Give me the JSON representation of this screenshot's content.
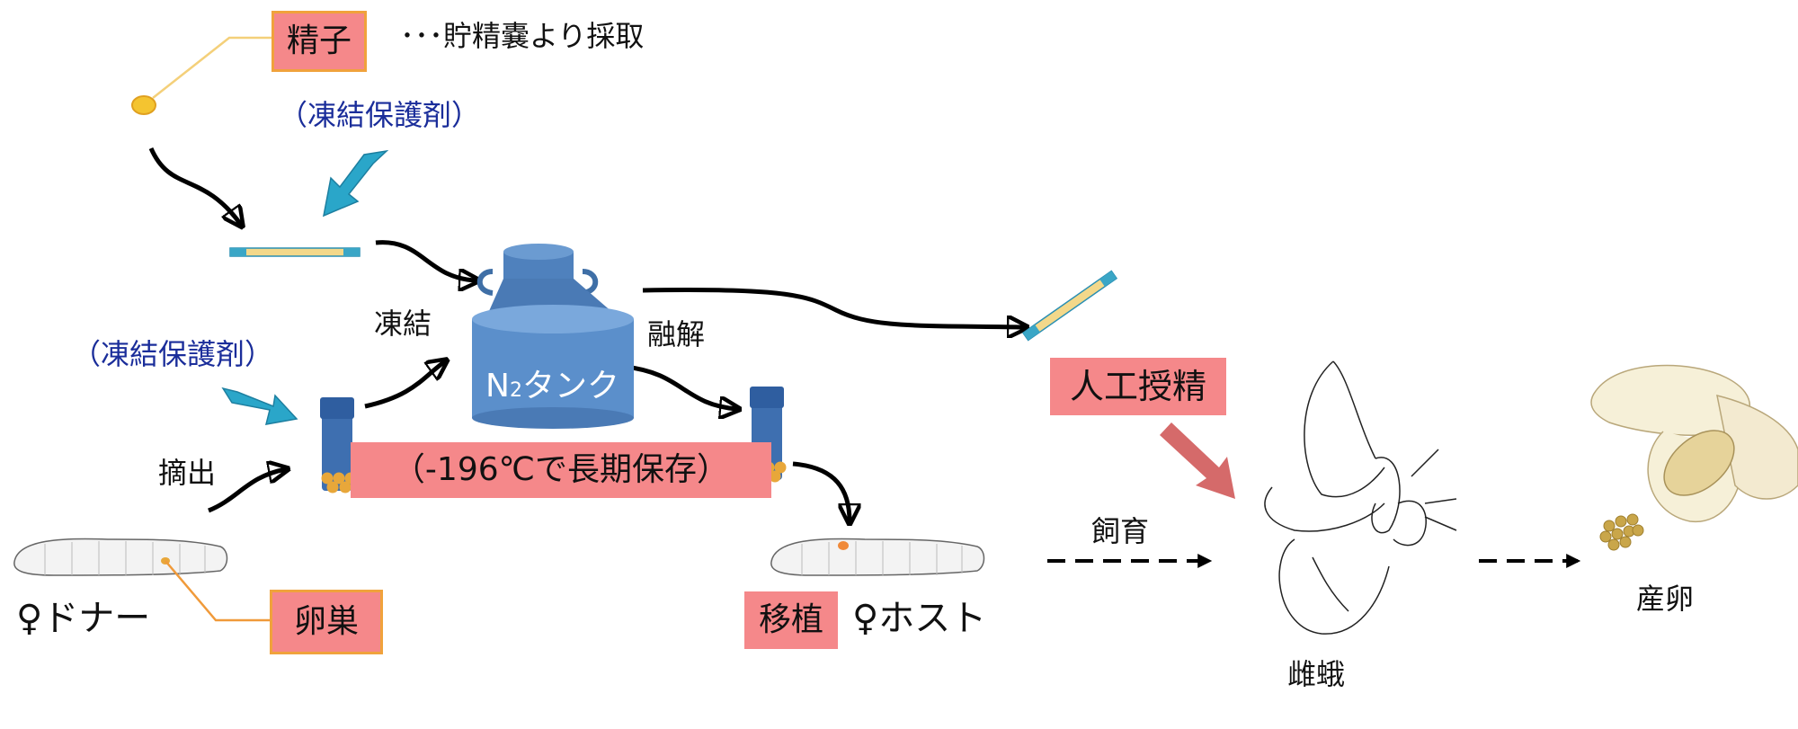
{
  "labels": {
    "sperm": "精子",
    "sperm_note": "･･･貯精嚢より採取",
    "cryo_top": "（凍結保護剤）",
    "cryo_left": "（凍結保護剤）",
    "freeze": "凍結",
    "thaw": "融解",
    "extract": "摘出",
    "tank": "N2タンク",
    "storage": "（-196℃で長期保存）",
    "donor": "♀ドナー",
    "ovary": "卵巣",
    "transplant": "移植",
    "host": "♀ホスト",
    "rearing": "飼育",
    "artificial_insemination": "人工授精",
    "female_moth": "雌蛾",
    "oviposition": "産卵"
  },
  "tank_parts": {
    "main": "N",
    "sub": "2",
    "rest": "タンク"
  },
  "colors": {
    "highlight": "#f5888a",
    "blue_arrow": "#2aa6c9",
    "tank": "#4f81bd",
    "straw_tip": "#3aa6c6",
    "straw_fill": "#f3d88a",
    "egg": "#e8a73a"
  }
}
